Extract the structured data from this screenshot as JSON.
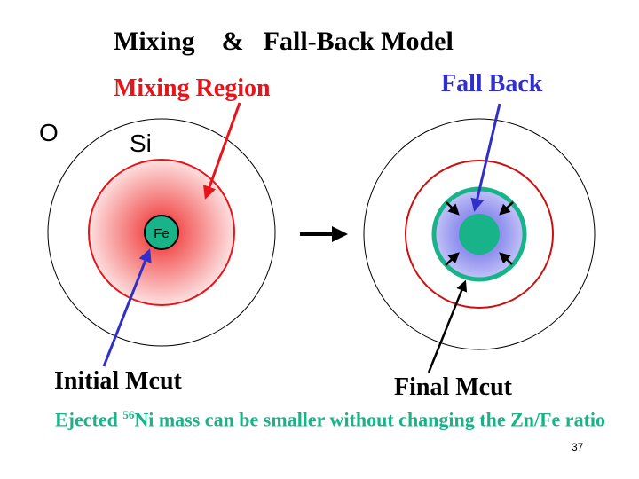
{
  "title": {
    "part1": "Mixing",
    "amp": "&",
    "part2": "Fall-Back Model"
  },
  "labels": {
    "mixing_region": "Mixing Region",
    "fall_back": "Fall Back",
    "o": "O",
    "si": "Si",
    "fe": "Fe",
    "initial_mcut": "Initial Mcut",
    "final_mcut": "Final Mcut"
  },
  "caption": {
    "pre": "Ejected ",
    "sup": "56",
    "post": "Ni mass can be smaller without changing the Zn/Fe ratio"
  },
  "page_number": "37",
  "colors": {
    "mixing_red": "#e8141a",
    "fallback_blue": "#3030c8",
    "fe_green": "#19b38a",
    "caption_green": "#19b38a"
  }
}
